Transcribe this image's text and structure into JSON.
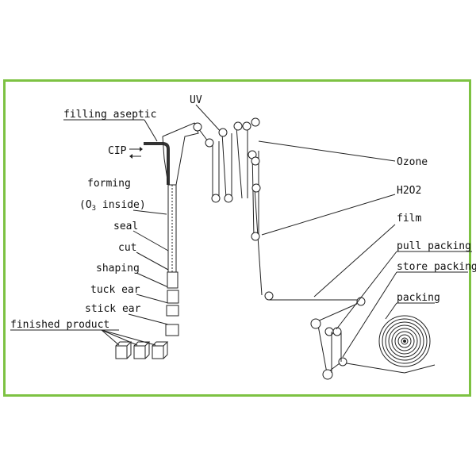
{
  "frame_color": "#7dc242",
  "labels": {
    "filling_aseptic": "filling aseptic",
    "cip": "CIP",
    "forming": "forming",
    "o3_inside_pre": "(O",
    "o3_inside_sub": "3",
    "o3_inside_post": " inside)",
    "seal": "seal",
    "cut": "cut",
    "shaping": "shaping",
    "tuck_ear": "tuck ear",
    "stick_ear": "stick ear",
    "finished_product": "finished product",
    "uv": "UV",
    "ozone": "Ozone",
    "h2o2": "H2O2",
    "film": "film",
    "pull_packing": "pull packing",
    "store_packing": "store packing",
    "packing": "packing"
  }
}
